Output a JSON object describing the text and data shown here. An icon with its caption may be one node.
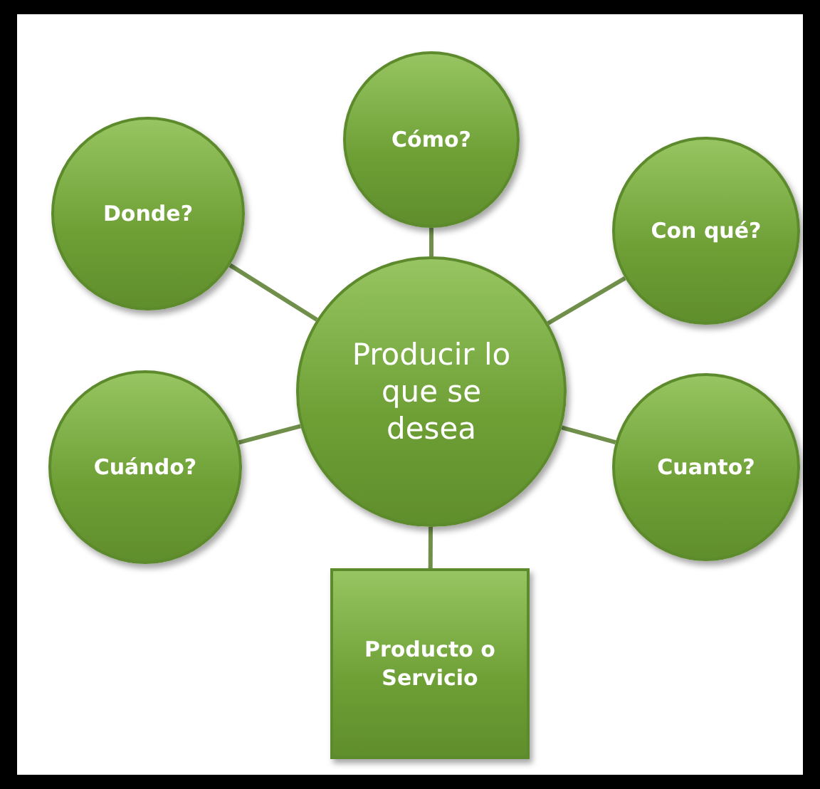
{
  "diagram": {
    "nodes": [
      {
        "text": [
          "Cómo?"
        ]
      },
      {
        "text": [
          "Donde?"
        ]
      },
      {
        "text": [
          "Con qué?"
        ]
      },
      {
        "text": [
          "Producir lo que se desea"
        ]
      },
      {
        "text": [
          "Cuándo?"
        ]
      },
      {
        "text": [
          "Cuanto?"
        ]
      },
      {
        "text": [
          "Producto o Servicio"
        ]
      }
    ],
    "edges": [
      {
        "from": 3,
        "to": 0,
        "arrow": "none"
      },
      {
        "from": 3,
        "to": 1,
        "arrow": "none"
      },
      {
        "from": 3,
        "to": 2,
        "arrow": "none"
      },
      {
        "from": 3,
        "to": 4,
        "arrow": "none"
      },
      {
        "from": 3,
        "to": 5,
        "arrow": "none"
      },
      {
        "from": 3,
        "to": 6,
        "arrow": "none"
      }
    ]
  }
}
